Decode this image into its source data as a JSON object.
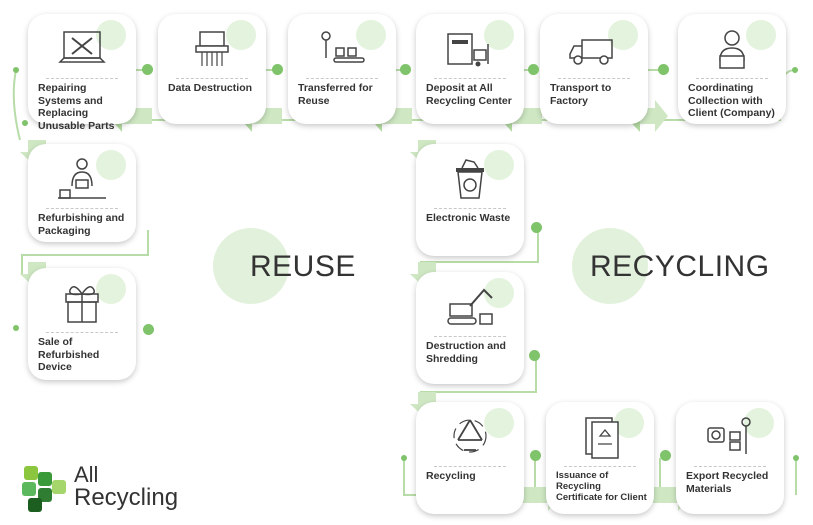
{
  "sections": {
    "reuse": "REUSE",
    "recycling": "RECYCLING"
  },
  "steps": [
    "Coordinating Collection with Client (Company)",
    "Transport to Factory",
    "Deposit at All Recycling Center",
    "Transferred for Reuse",
    "Data Destruction",
    "Repairing Systems and Replacing Unusable Parts",
    "Refurbishing and Packaging",
    "Sale of Refurbished Device",
    "Electronic Waste",
    "Destruction and Shredding",
    "Recycling",
    "Issuance of Recycling Certificate for Client",
    "Export Recycled Materials"
  ],
  "icons": [
    "person-laptop-icon",
    "truck-icon",
    "warehouse-forklift-icon",
    "conveyor-worker-icon",
    "shredder-icon",
    "laptop-tools-icon",
    "worker-package-icon",
    "gift-box-icon",
    "waste-bin-icon",
    "excavator-icon",
    "recycle-icon",
    "certificate-icon",
    "hand-truck-icon"
  ],
  "logo": {
    "line1": "All",
    "line2": "Recycling"
  },
  "colors": {
    "accent": "#7fc36a",
    "light": "#e2f1dc",
    "text": "#333333"
  }
}
